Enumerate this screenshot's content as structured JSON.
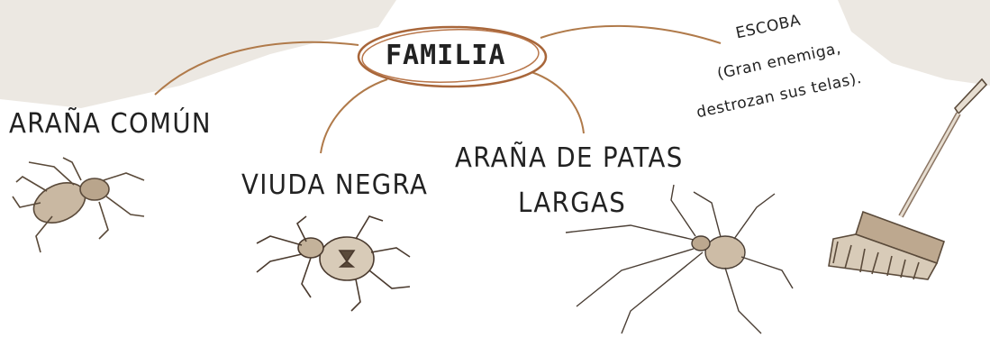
{
  "root": {
    "label": "FAMILIA"
  },
  "branches": [
    {
      "id": "comun",
      "label": "ARAÑA COMÚN",
      "icon": "common-spider-icon"
    },
    {
      "id": "viuda",
      "label": "VIUDA NEGRA",
      "icon": "black-widow-spider-icon"
    },
    {
      "id": "patas",
      "label_line1": "ARAÑA DE PATAS",
      "label_line2": "LARGAS",
      "icon": "daddy-long-legs-spider-icon"
    },
    {
      "id": "escoba",
      "label_line1": "ESCOBA",
      "label_line2": "(Gran enemiga,",
      "label_line3": "destrozan sus telas).",
      "icon": "broom-icon"
    }
  ],
  "colors": {
    "connector": "#b07a4a",
    "ellipse": "#a8663a",
    "text": "#222222",
    "paper": "#ece8e2",
    "sketch": "#5a4a3a"
  }
}
